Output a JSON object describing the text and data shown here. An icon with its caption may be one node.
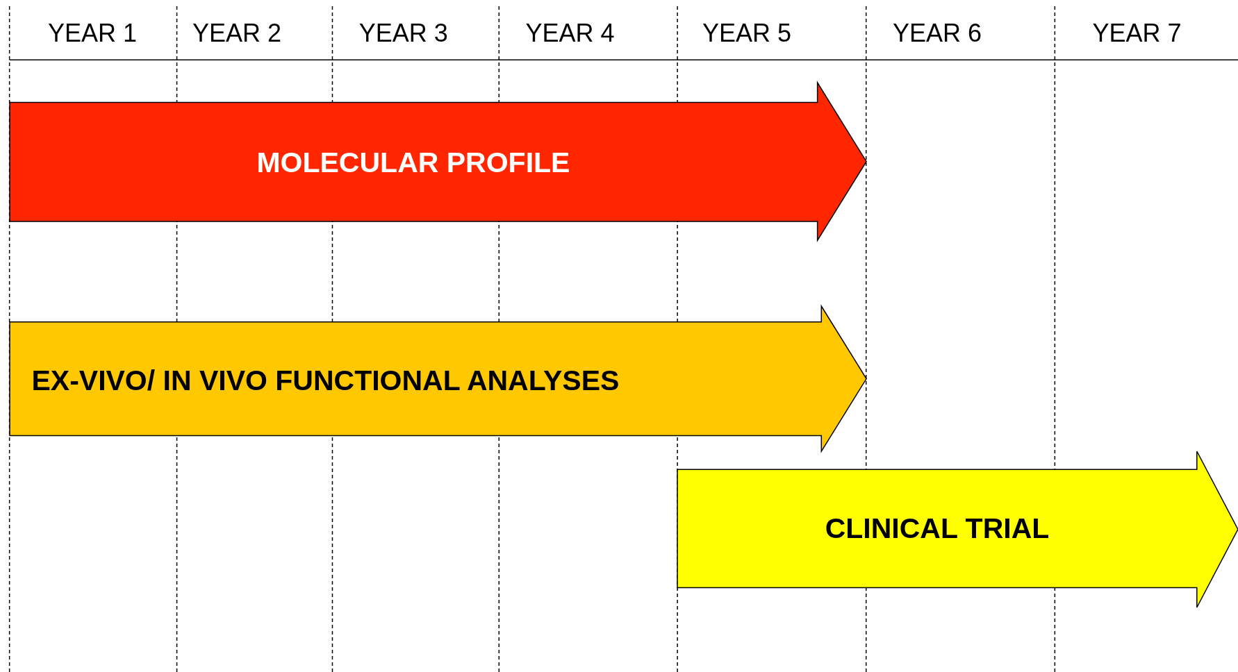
{
  "diagram": {
    "nodes": [
      {
        "text": [
          "MOLECULAR PROFILE"
        ]
      },
      {
        "text": [
          "EX-VIVO/ IN VIVO FUNCTIONAL ANALYSES"
        ]
      },
      {
        "text": [
          "CLINICAL TRIAL"
        ]
      }
    ],
    "labels": [
      "YEAR 1",
      "YEAR 2",
      "YEAR 3",
      "YEAR 4",
      "YEAR 5",
      "YEAR 6",
      "YEAR 7"
    ]
  }
}
